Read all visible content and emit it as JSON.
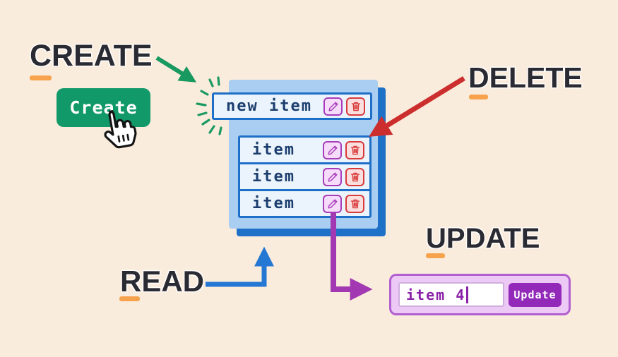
{
  "headings": {
    "create": {
      "label": "CREATE"
    },
    "delete": {
      "label": "DELETE"
    },
    "read": {
      "label": "READ"
    },
    "update": {
      "label": "UPDATE"
    }
  },
  "create_section": {
    "button_label": "Create"
  },
  "list": {
    "new_item": {
      "label": "new item"
    },
    "items": [
      {
        "label": "item"
      },
      {
        "label": "item"
      },
      {
        "label": "item"
      }
    ]
  },
  "update_form": {
    "input_value": "item 4",
    "button_label": "Update"
  },
  "icons": {
    "edit": "pencil-icon",
    "delete": "trash-icon",
    "pointer": "hand-pointer-icon",
    "emphasis": "sparkle-burst"
  },
  "colors": {
    "background": "#faecdc",
    "heading_text": "#2a2a32",
    "underline_orange": "#f7a24d",
    "create_green": "#12996a",
    "delete_red": "#cc2e2e",
    "read_blue": "#2478d4",
    "update_purple": "#a238b2",
    "card_bg": "#a9cef1",
    "card_shadow": "#1e71c6",
    "row_bg": "#ebf4fc",
    "row_border": "#1e6fc8",
    "item_text": "#1c3e6e",
    "edit_button_accent": "#a83cba",
    "delete_button_accent": "#d93b3b",
    "update_panel_bg": "#edc9f6",
    "update_panel_border": "#b25fd0",
    "update_button_bg": "#9329b9",
    "update_input_text": "#8b23a8"
  }
}
